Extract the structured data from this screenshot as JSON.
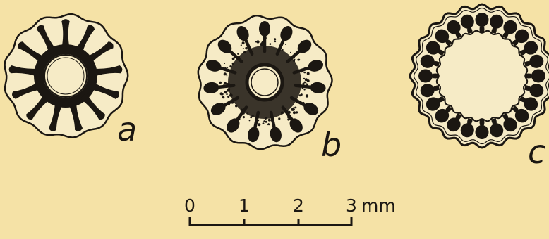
{
  "figure": {
    "panels": [
      {
        "label": "a"
      },
      {
        "label": "b"
      },
      {
        "label": "c"
      }
    ],
    "scale_bar": {
      "ticks": [
        "0",
        "1",
        "2",
        "3"
      ],
      "unit": "mm"
    },
    "colors": {
      "background": "#f5e2a6",
      "ink": "#1b1712"
    }
  }
}
